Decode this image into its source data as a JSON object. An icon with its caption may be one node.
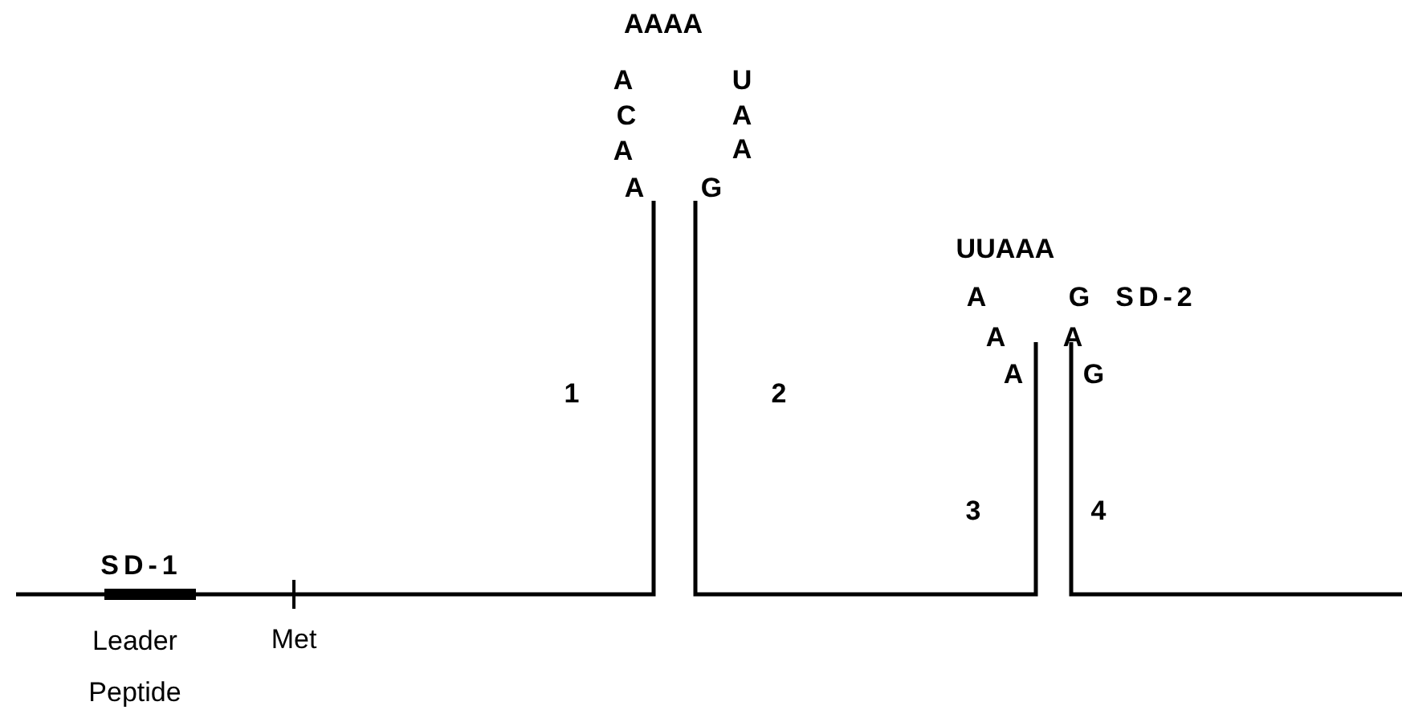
{
  "diagram": {
    "labels": [
      "AAAA",
      "A",
      "U",
      "C",
      "A",
      "A",
      "A",
      "A",
      "G",
      "UUAAA",
      "A",
      "G",
      "SD-2",
      "A",
      "A",
      "A",
      "G",
      "1",
      "2",
      "3",
      "4",
      "SD-1",
      "Leader Peptide",
      "Met"
    ]
  }
}
